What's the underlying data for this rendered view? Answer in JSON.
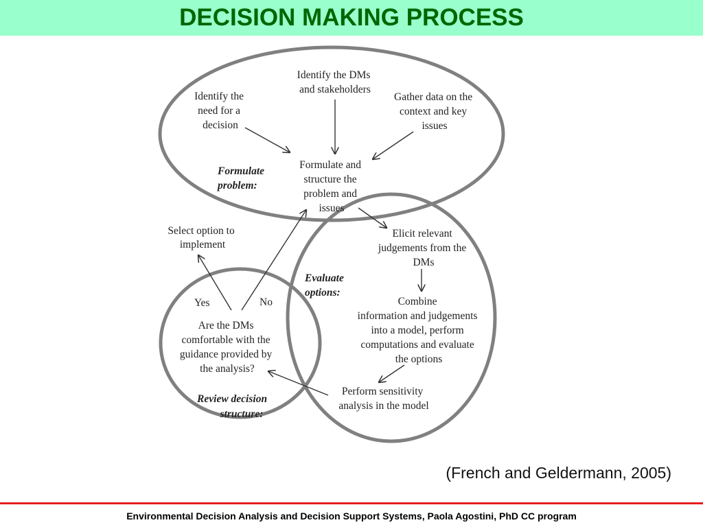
{
  "slide": {
    "title": "DECISION MAKING PROCESS",
    "citation": "(French and Geldermann, 2005)",
    "footer": "Environmental Decision Analysis and Decision Support Systems, Paola Agostini, PhD CC program"
  },
  "colors": {
    "title_band": "#99ffcc",
    "title_text": "#006600",
    "ring": "#808080",
    "footer_rule": "#e21f1f"
  },
  "diagram": {
    "phases": {
      "formulate": [
        "Formulate",
        "problem:"
      ],
      "evaluate": [
        "Evaluate",
        "options:"
      ],
      "review": [
        "Review decision",
        "structure:"
      ]
    },
    "nodes": {
      "identify_need": [
        "Identify the",
        "need for a",
        "decision"
      ],
      "identify_dms": [
        "Identify the DMs",
        "and  stakeholders"
      ],
      "gather_data": [
        "Gather data on the",
        "context and key",
        "issues"
      ],
      "formulate_structure": [
        "Formulate and",
        "structure the",
        "problem and",
        "issues"
      ],
      "elicit": [
        "Elicit relevant",
        "judgements from the",
        "DMs"
      ],
      "combine": [
        "Combine",
        "information and judgements",
        "into a model, perform",
        "computations and evaluate",
        "the options"
      ],
      "sensitivity": [
        "Perform sensitivity",
        "analysis in the model"
      ],
      "comfortable": [
        "Are the DMs",
        "comfortable with the",
        "guidance provided by",
        "the analysis?"
      ],
      "select_option": [
        "Select option to",
        "implement"
      ]
    },
    "edge_labels": {
      "yes": "Yes",
      "no": "No"
    }
  }
}
